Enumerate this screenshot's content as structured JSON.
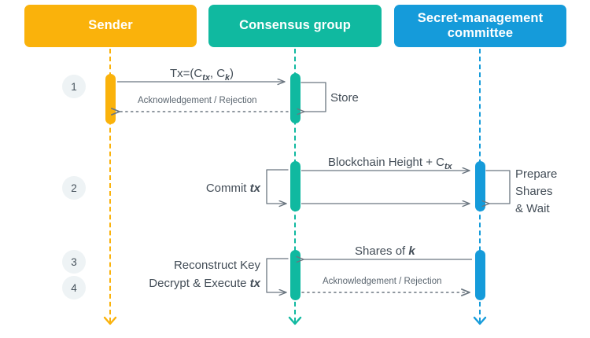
{
  "colors": {
    "sender": "#FAB20B",
    "consensus": "#10B9A0",
    "smc": "#159BDA",
    "arrow": "#6b7680",
    "text": "#4a5560",
    "step_bg": "#eef3f5"
  },
  "actors": [
    {
      "id": "sender",
      "label": "Sender"
    },
    {
      "id": "consensus",
      "label": "Consensus group"
    },
    {
      "id": "smc",
      "label": "Secret-management committee"
    }
  ],
  "steps": [
    {
      "number": "1"
    },
    {
      "number": "2"
    },
    {
      "number": "3"
    },
    {
      "number": "4"
    }
  ],
  "messages": {
    "tx_request": {
      "prefix": "Tx=(C",
      "sub1": "tx",
      "mid": ", C",
      "sub2": "k",
      "suffix": ")"
    },
    "ack_rejection_1": "Acknowledgement / Rejection",
    "store": "Store",
    "commit_tx": {
      "text": "Commit ",
      "emph": "tx"
    },
    "blockchain_height": {
      "prefix": "Blockchain Height + C",
      "sub1": "tx"
    },
    "prepare_line1": "Prepare",
    "prepare_line2": "Shares",
    "prepare_line3": "& Wait",
    "shares_of_k": {
      "text": "Shares of ",
      "emph": "k"
    },
    "reconstruct_key": "Reconstruct Key",
    "decrypt_execute": {
      "text": "Decrypt & Execute ",
      "emph": "tx"
    },
    "ack_rejection_2": "Acknowledgement / Rejection"
  }
}
